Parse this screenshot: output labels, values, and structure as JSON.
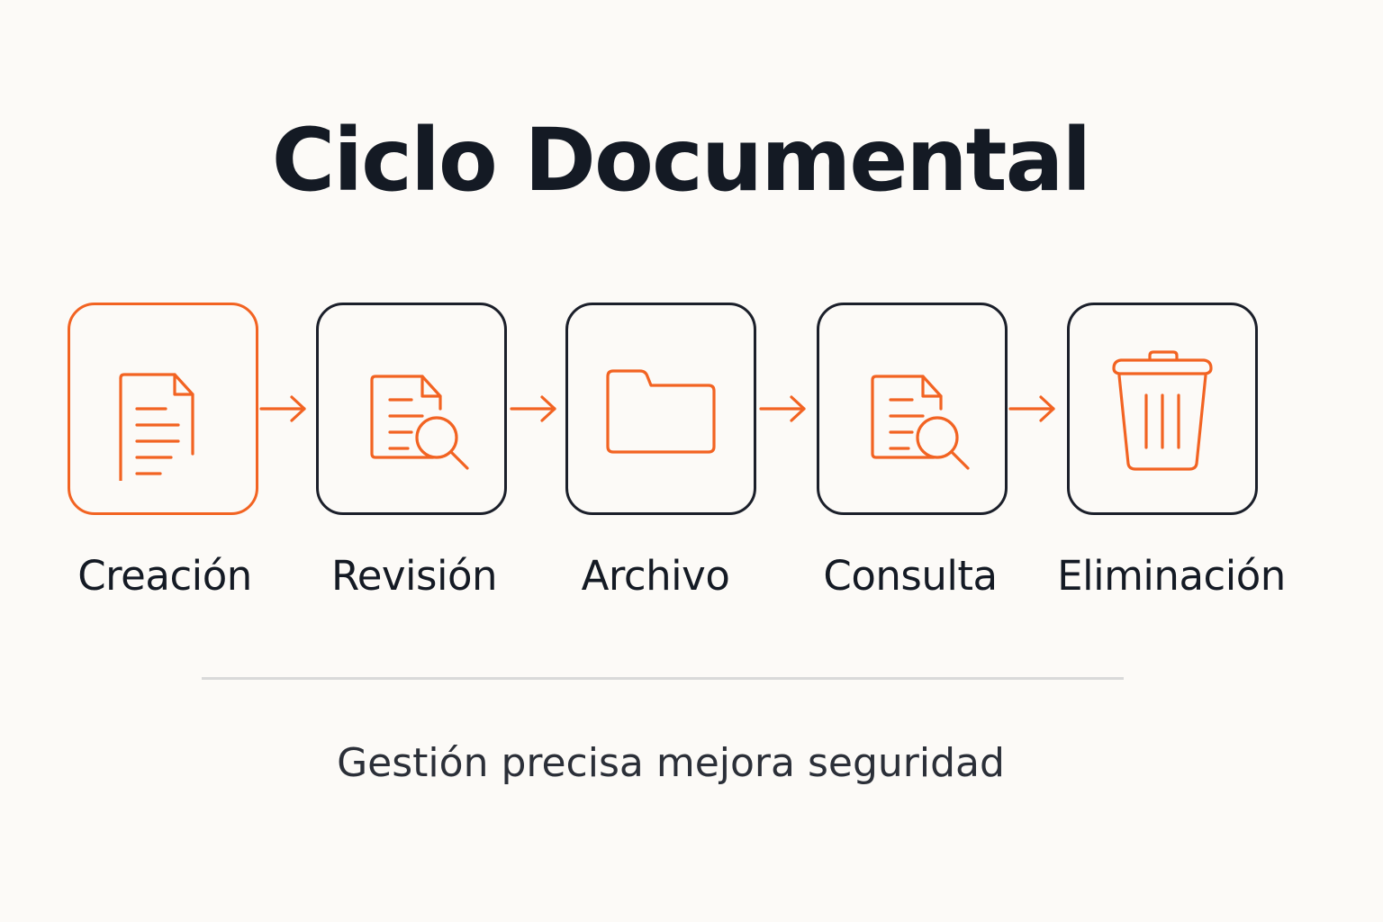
{
  "title": "Ciclo Documental",
  "steps": [
    {
      "label": "Creación",
      "icon": "document-edit-icon",
      "highlighted": true
    },
    {
      "label": "Revisión",
      "icon": "document-search-icon",
      "highlighted": false
    },
    {
      "label": "Archivo",
      "icon": "folder-icon",
      "highlighted": false
    },
    {
      "label": "Consulta",
      "icon": "document-search-icon",
      "highlighted": false
    },
    {
      "label": "Eliminación",
      "icon": "trash-icon",
      "highlighted": false
    }
  ],
  "caption": "Gestión precisa mejora seguridad",
  "colors": {
    "accent": "#f26322",
    "text": "#141a24",
    "box_border": "#1b1f2a",
    "divider": "#d9d9d9",
    "background": "#fcfaf7"
  }
}
